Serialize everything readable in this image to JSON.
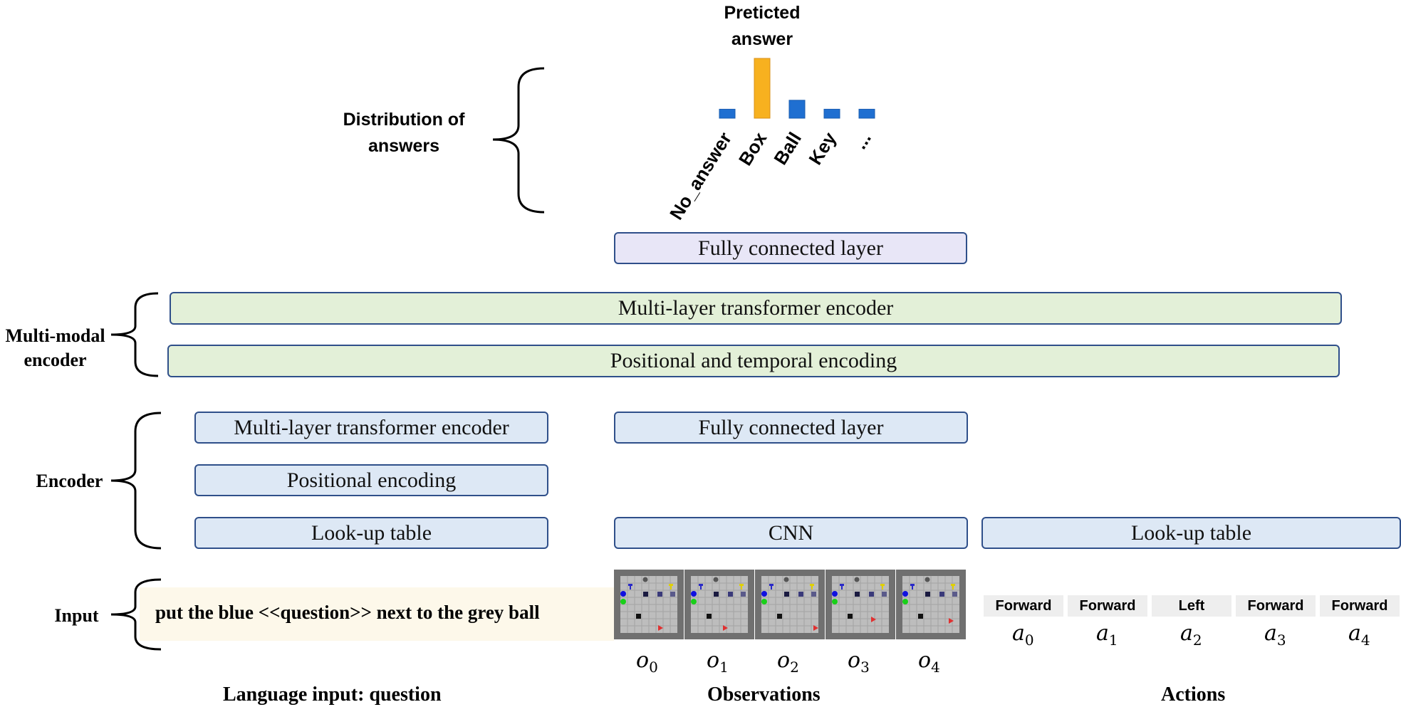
{
  "answer_chart": {
    "pointer_label": "Preticted answer",
    "group_label": "Distribution of answers",
    "categories": [
      "No_answer",
      "Box",
      "Ball",
      "Key",
      "..."
    ],
    "colors": {
      "normal": "#1f6fd1",
      "predicted": "#f7b11f"
    }
  },
  "chart_data": {
    "type": "bar",
    "categories": [
      "No_answer",
      "Box",
      "Ball",
      "Key",
      "..."
    ],
    "values": [
      0.15,
      1.0,
      0.3,
      0.15,
      0.15
    ],
    "highlighted": "Box",
    "title": "",
    "xlabel": "",
    "ylabel": ""
  },
  "top_layer": {
    "label": "Fully connected layer"
  },
  "multimodal": {
    "group_label": "Multi-modal encoder",
    "transformer": "Multi-layer transformer encoder",
    "encoding": "Positional and temporal encoding"
  },
  "encoder": {
    "group_label": "Encoder",
    "language": {
      "transformer": "Multi-layer transformer encoder",
      "positional": "Positional encoding",
      "lookup": "Look-up table"
    },
    "vision": {
      "fc": "Fully connected layer",
      "cnn": "CNN"
    },
    "actions": {
      "lookup": "Look-up table"
    }
  },
  "input": {
    "group_label": "Input",
    "question_text": "put the blue <<question>> next to the grey ball",
    "observations": [
      "o0",
      "o1",
      "o2",
      "o3",
      "o4"
    ],
    "observation_symbols": [
      {
        "base": "o",
        "sub": "0"
      },
      {
        "base": "o",
        "sub": "1"
      },
      {
        "base": "o",
        "sub": "2"
      },
      {
        "base": "o",
        "sub": "3"
      },
      {
        "base": "o",
        "sub": "4"
      }
    ],
    "actions": [
      "Forward",
      "Forward",
      "Left",
      "Forward",
      "Forward"
    ],
    "action_symbols": [
      {
        "base": "a",
        "sub": "0"
      },
      {
        "base": "a",
        "sub": "1"
      },
      {
        "base": "a",
        "sub": "2"
      },
      {
        "base": "a",
        "sub": "3"
      },
      {
        "base": "a",
        "sub": "4"
      }
    ]
  },
  "bottom_labels": {
    "language": "Language input: question",
    "observations": "Observations",
    "actions": "Actions"
  }
}
